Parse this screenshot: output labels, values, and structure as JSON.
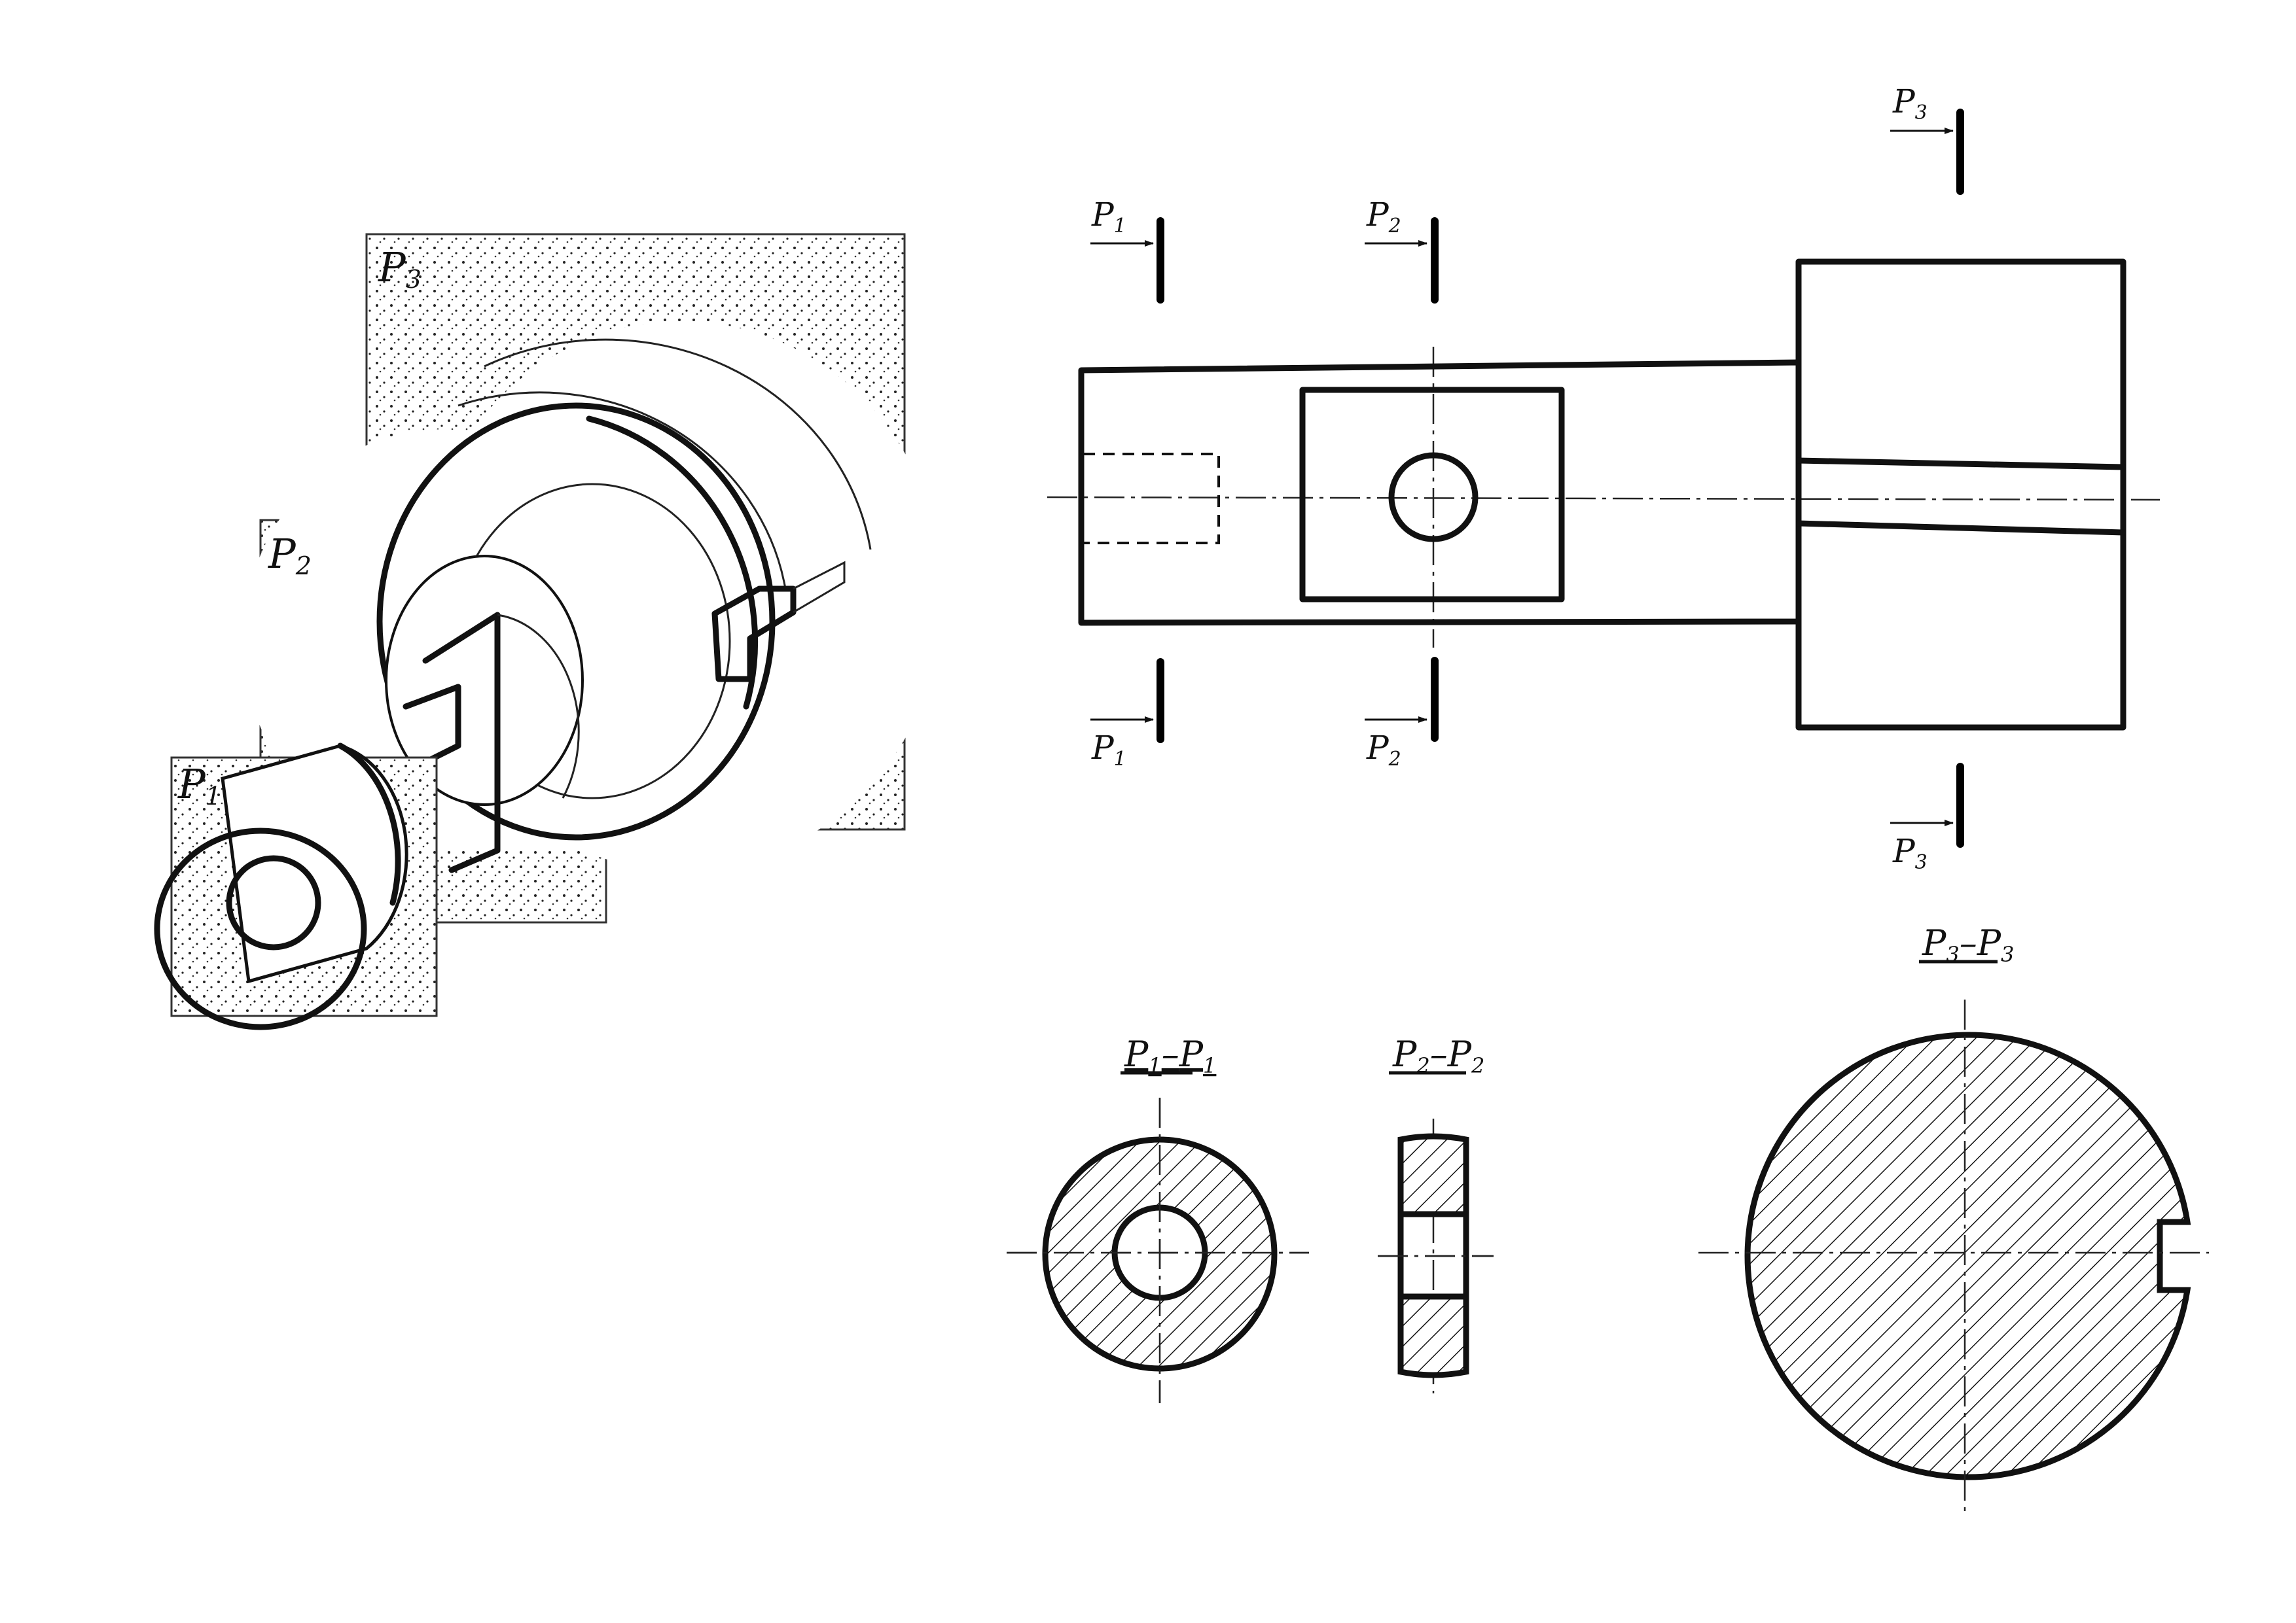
{
  "labels": {
    "iso_plane_1": "P",
    "iso_plane_1_sub": "1",
    "iso_plane_2": "P",
    "iso_plane_2_sub": "2",
    "iso_plane_3": "P",
    "iso_plane_3_sub": "3",
    "cut_1_top": "P",
    "cut_1_top_sub": "1",
    "cut_1_bottom": "P",
    "cut_1_bottom_sub": "1",
    "cut_2_top": "P",
    "cut_2_top_sub": "2",
    "cut_2_bottom": "P",
    "cut_2_bottom_sub": "2",
    "cut_3_top": "P",
    "cut_3_top_sub": "3",
    "cut_3_bottom": "P",
    "cut_3_bottom_sub": "3",
    "section_1_a": "P",
    "section_1_a_sub": "1",
    "section_1_dash": "–",
    "section_1_b": "P",
    "section_1_b_sub": "1",
    "section_2_a": "P",
    "section_2_a_sub": "2",
    "section_2_dash": "–",
    "section_2_b": "P",
    "section_2_b_sub": "2",
    "section_3_a": "P",
    "section_3_a_sub": "3",
    "section_3_dash": "–",
    "section_3_b": "P",
    "section_3_b_sub": "3"
  },
  "colors": {
    "line": "#111111",
    "background": "#ffffff"
  }
}
